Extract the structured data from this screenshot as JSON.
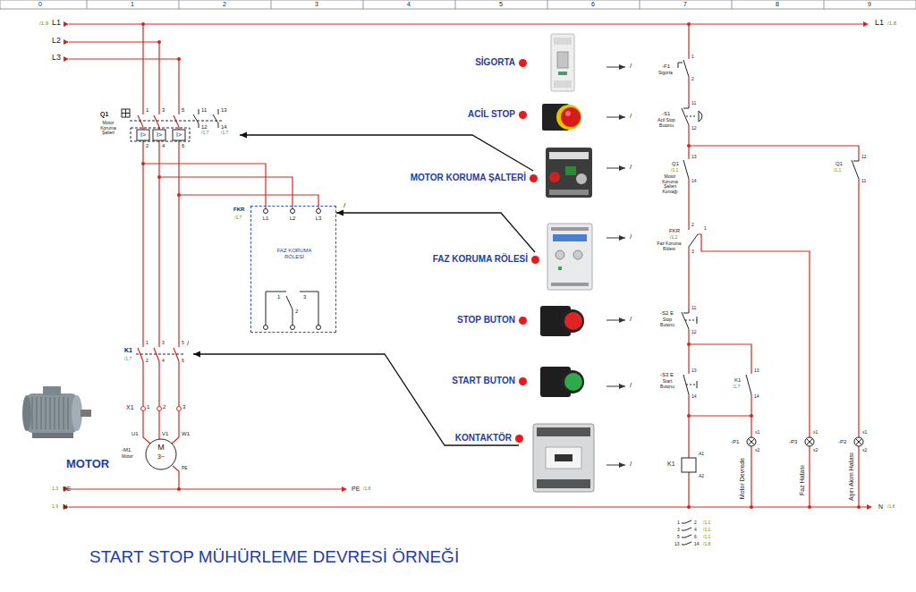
{
  "diagram": {
    "title": "START STOP MÜHÜRLEME DEVRESİ ÖRNEĞİ",
    "nodes": [
      {
        "text": [
          "SİGORTA"
        ]
      },
      {
        "text": [
          "ACİL STOP"
        ]
      },
      {
        "text": [
          "Q1",
          "Motor Koruma Şalteri"
        ]
      },
      {
        "text": [
          "MOTOR KORUMA ŞALTERİ"
        ]
      },
      {
        "text": [
          "FKR",
          "FAZ KORUMA RÖLESİ"
        ]
      },
      {
        "text": [
          "FAZ KORUMA RÖLESİ"
        ]
      },
      {
        "text": [
          "STOP BUTON"
        ]
      },
      {
        "text": [
          "K1"
        ]
      },
      {
        "text": [
          "START BUTON"
        ]
      },
      {
        "text": [
          "KONTAKTÖR"
        ]
      }
    ],
    "edges": [
      {
        "from": 3,
        "to": 2,
        "arrow": "to"
      },
      {
        "from": 5,
        "to": 4,
        "arrow": "to"
      },
      {
        "from": 9,
        "to": 7,
        "arrow": "to"
      }
    ],
    "labels": [
      "0",
      "1",
      "2",
      "3",
      "4",
      "5",
      "6",
      "7",
      "8",
      "9",
      "/1.9",
      "L1",
      "L2",
      "L3",
      "L1",
      "/1.8",
      "1",
      "3",
      "5",
      "11",
      "13",
      "I>",
      "I>",
      "I>",
      "2",
      "4",
      "6",
      "12",
      "14",
      "/1.7",
      "/1.7",
      "/1.7",
      "L1",
      "L2",
      "L3",
      "1",
      "3",
      "2",
      "/",
      "/1.7",
      "1",
      "3",
      "5",
      "2",
      "4",
      "6",
      "/",
      "X1",
      "1",
      "2",
      "3",
      "U1",
      "V1",
      "W1",
      "M",
      "3~",
      "PE",
      "-M1",
      "Motor",
      "MOTOR",
      "1.3",
      "PE",
      "PE",
      "/1.8",
      "1.9",
      "N",
      "N",
      "/1.8",
      "/",
      "-F1",
      "Sigorta",
      "1",
      "2",
      "/",
      "-S1",
      "Acil Stop Butonu",
      "11",
      "12",
      "/",
      "Q1",
      "/1.1",
      "Motor Koruma Şalteri Kontağı",
      "13",
      "14",
      "Q1",
      "/1.1",
      "12",
      "11",
      "/",
      "FKR",
      "/1.2",
      "Faz Koruma Rölesi",
      "2",
      "3",
      "1",
      "/",
      "-S2 E",
      "Stop Butonu",
      "11",
      "12",
      "/",
      "-S3 E",
      "Start Butonu",
      "13",
      "14",
      "K1",
      "/1.7",
      "13",
      "14",
      "/",
      "K1",
      "A1",
      "A2",
      "-P1",
      "x1",
      "x2",
      "Motor Devrede",
      "-P3",
      "x1",
      "x2",
      "Faz Hatası",
      "-P2",
      "x1",
      "x2",
      "Aşırı Akım Hatası",
      "1",
      "2",
      "/1.1",
      "3",
      "4",
      "/1.1",
      "5",
      "6",
      "/1.1",
      "13",
      "14",
      "/1.8"
    ]
  }
}
